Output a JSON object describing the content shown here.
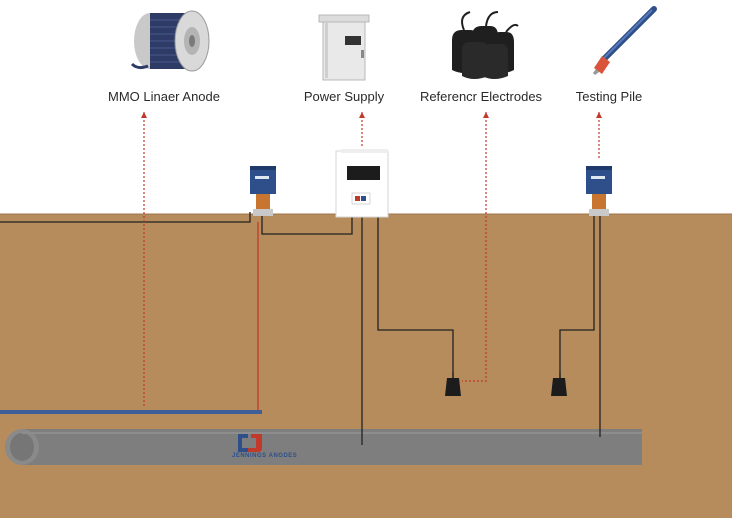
{
  "components": [
    {
      "label": "MMO Linaer Anode",
      "icon": "cable-reel-icon"
    },
    {
      "label": "Power Supply",
      "icon": "power-supply-cabinet-icon"
    },
    {
      "label": "Referencr Electrodes",
      "icon": "reference-electrode-bags-icon"
    },
    {
      "label": "Testing Pile",
      "icon": "testing-pile-probe-icon"
    }
  ],
  "brand": {
    "mark": "CJ",
    "name": "Jennings Anodes"
  },
  "colors": {
    "soil": "#B68C5D",
    "pipe": "#7E7E7E",
    "anode_cable": "#3D5E96",
    "leader_line": "#C0392B",
    "wire": "#222222",
    "brand_red": "#C0392B",
    "brand_blue": "#2E4F8A"
  }
}
